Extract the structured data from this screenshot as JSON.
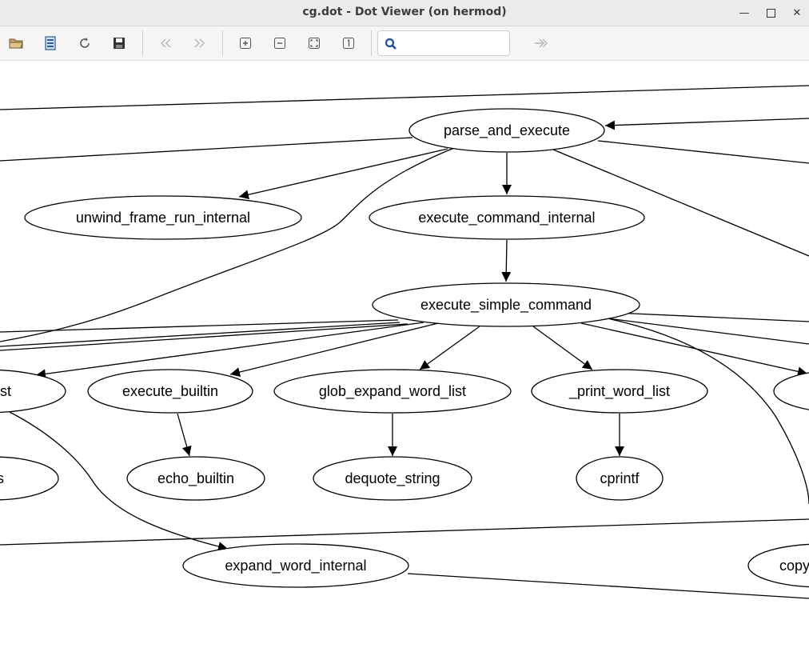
{
  "window": {
    "title": "cg.dot - Dot Viewer (on hermod)"
  },
  "toolbar": {
    "buttons": [
      "folder-open-icon",
      "reload-icon",
      "refresh-icon",
      "save-icon",
      "back-icon",
      "forward-icon",
      "zoom-in-icon",
      "zoom-out-icon",
      "zoom-fit-icon",
      "zoom-100-icon"
    ],
    "search_placeholder": "",
    "find_next_icon": "find-next-icon"
  },
  "graph": {
    "nodes": [
      {
        "id": "parse_and_execute",
        "label": "parse_and_execute"
      },
      {
        "id": "unwind_frame_run_internal",
        "label": "unwind_frame_run_internal"
      },
      {
        "id": "execute_command_internal",
        "label": "execute_command_internal"
      },
      {
        "id": "execute_simple_command",
        "label": "execute_simple_command"
      },
      {
        "id": "list_left",
        "label": "_list"
      },
      {
        "id": "execute_builtin",
        "label": "execute_builtin"
      },
      {
        "id": "glob_expand_word_list",
        "label": "glob_expand_word_list"
      },
      {
        "id": "_print_word_list",
        "label": "_print_word_list"
      },
      {
        "id": "s_left",
        "label": "s"
      },
      {
        "id": "echo_builtin",
        "label": "echo_builtin"
      },
      {
        "id": "dequote_string",
        "label": "dequote_string"
      },
      {
        "id": "cprintf",
        "label": "cprintf"
      },
      {
        "id": "expand_word_internal",
        "label": "expand_word_internal"
      },
      {
        "id": "copy_right",
        "label": "copy"
      }
    ]
  }
}
